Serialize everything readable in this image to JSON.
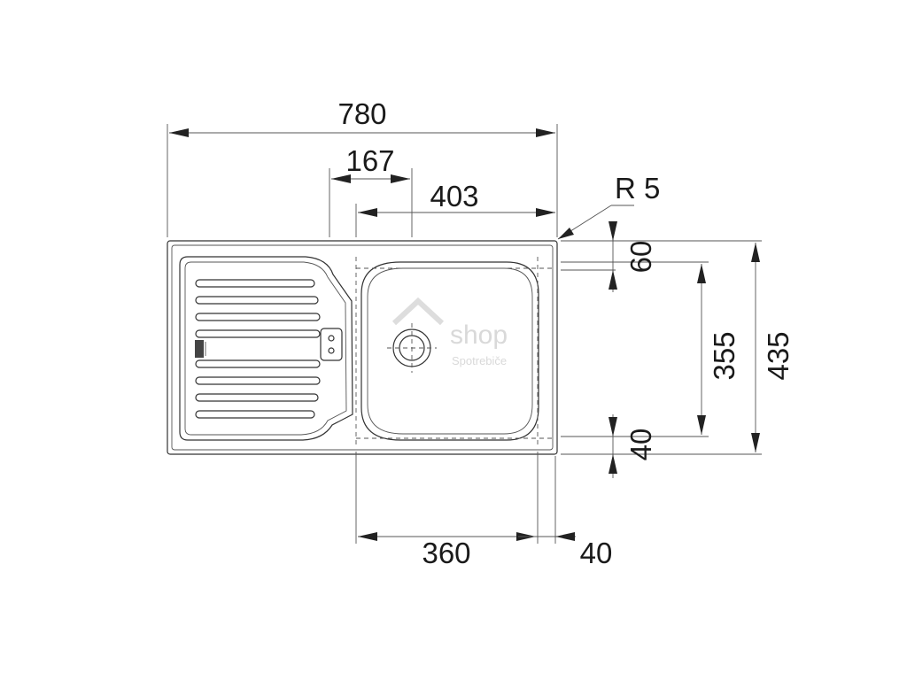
{
  "dimensions": {
    "overall_width": "780",
    "drainer_offset": "167",
    "bowl_offset": "403",
    "corner_radius": "R 5",
    "top_margin": "60",
    "bowl_depth": "355",
    "overall_depth": "435",
    "bottom_margin": "40",
    "bowl_width": "360",
    "right_margin": "40"
  },
  "watermark": {
    "line1": "shop",
    "line2": "Spotrebiče"
  },
  "colors": {
    "line": "#333333",
    "text": "#1a1a1a",
    "watermark": "#d9d9d9"
  }
}
